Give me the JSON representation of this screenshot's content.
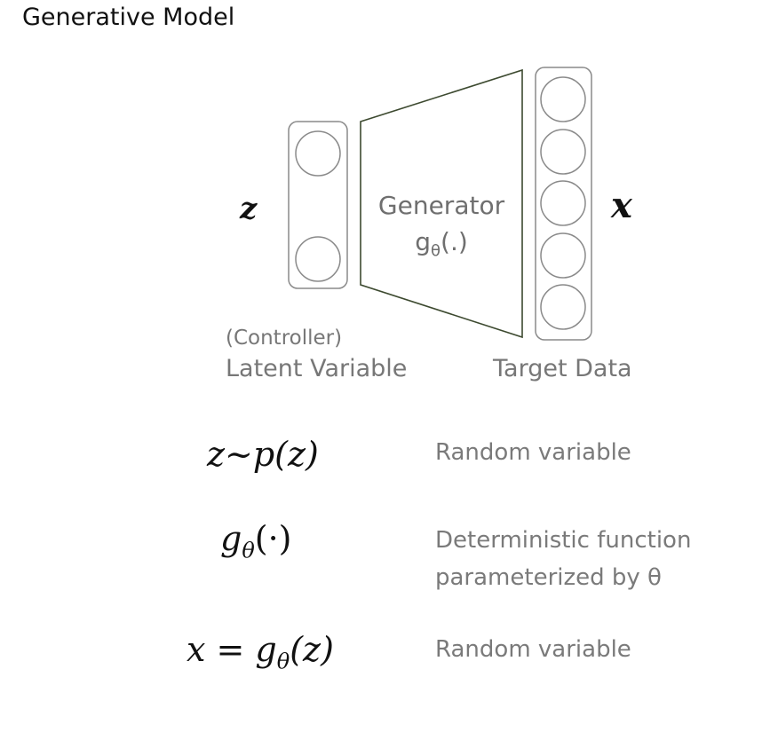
{
  "title": "Generative Model",
  "diagram": {
    "latent_symbol": "z",
    "target_symbol": "x",
    "generator_label": "Generator",
    "generator_func": "g",
    "generator_sub": "θ",
    "generator_args": "(.)",
    "latent_caption_line1": "(Controller)",
    "latent_caption_line2": "Latent Variable",
    "target_caption": "Target Data",
    "latent_nodes": 2,
    "target_nodes": 5
  },
  "equations": [
    {
      "formula": "z~p(z)",
      "description": "Random variable"
    },
    {
      "formula_main": "g",
      "formula_sub": "θ",
      "formula_args": "(·)",
      "description_line1": "Deterministic function",
      "description_line2": "parameterized by θ"
    },
    {
      "formula_pre": "x = g",
      "formula_sub": "θ",
      "formula_args": "(z)",
      "description": "Random variable"
    }
  ]
}
